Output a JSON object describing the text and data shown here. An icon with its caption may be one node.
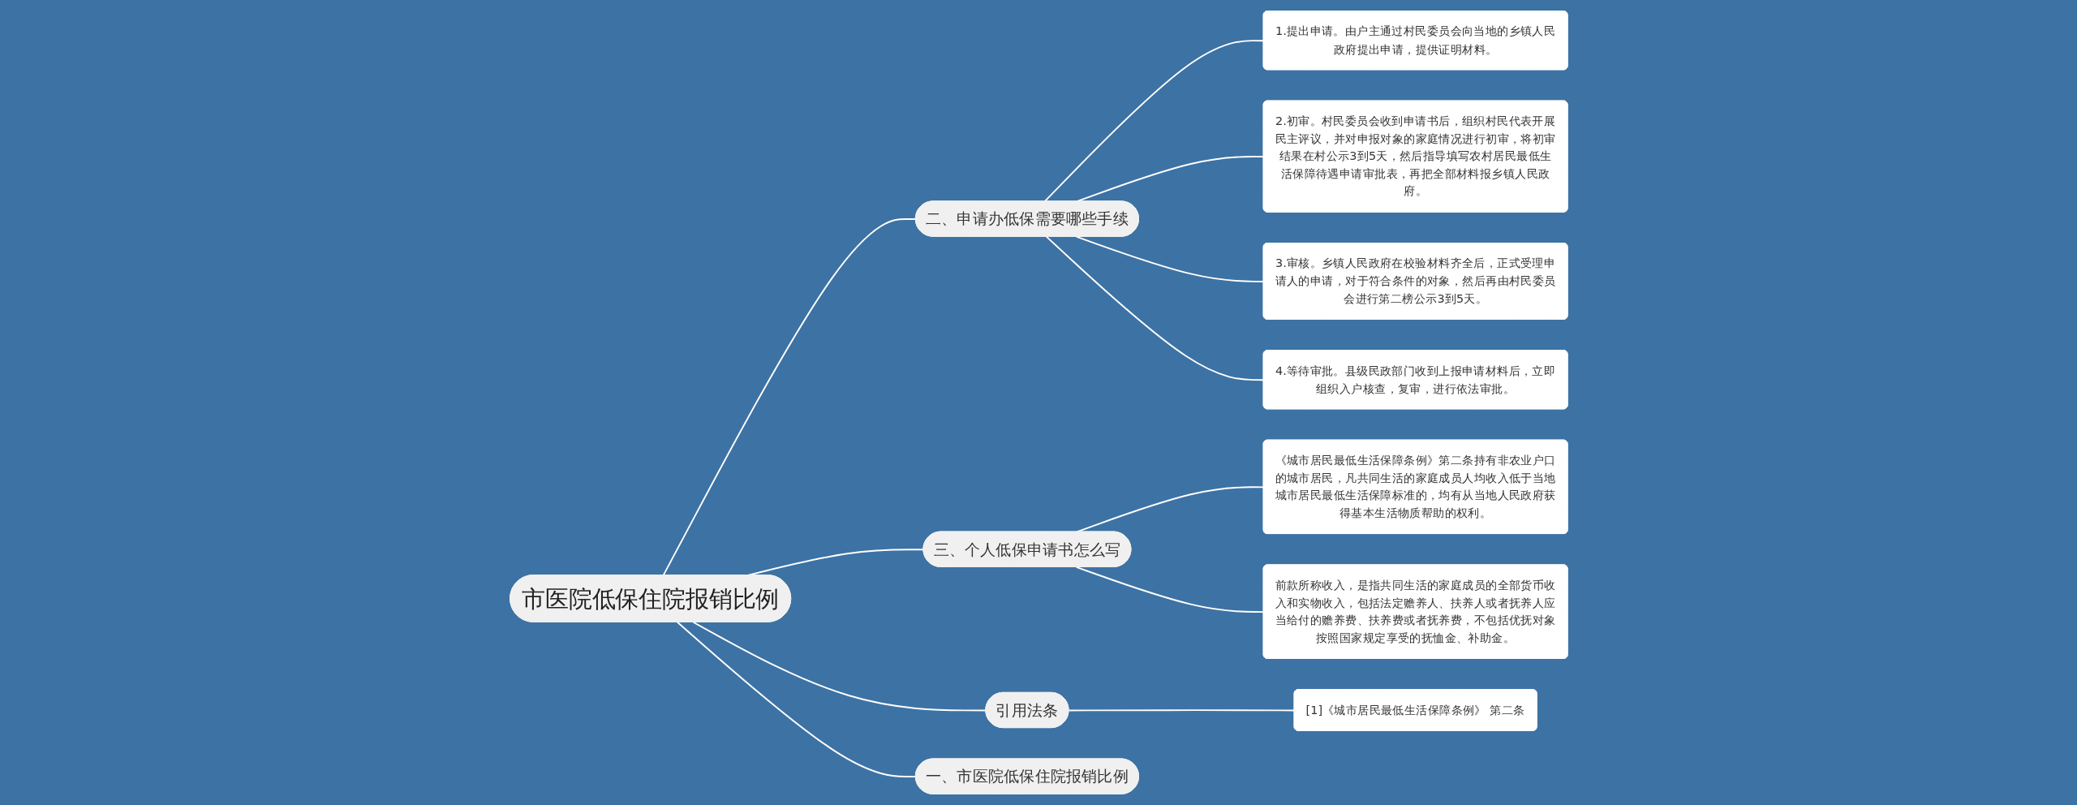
{
  "diagram": {
    "nodes": [
      {
        "text": [
          "市医院低保住院报销比例"
        ]
      },
      {
        "text": [
          "一、市医院低保住院报销比例"
        ]
      },
      {
        "text": [
          "二、申请办低保需要哪些手续"
        ]
      },
      {
        "text": [
          "1.提出申请。由户主通过村民委员会向当地的乡镇人民政府提出申请，提供证明材料。"
        ]
      },
      {
        "text": [
          "2.初审。村民委员会收到申请书后，组织村民代表开展民主评议，并对申报对象的家庭情况进行初审，将初审结果在村公示3到5天，然后指导填写农村居民最低生活保障待遇申请审批表，再把全部材料报乡镇人民政府。"
        ]
      },
      {
        "text": [
          "3.审核。乡镇人民政府在校验材料齐全后，正式受理申请人的申请，对于符合条件的对象，然后再由村民委员会进行第二榜公示3到5天。"
        ]
      },
      {
        "text": [
          "4.等待审批。县级民政部门收到上报申请材料后，立即组织入户核查，复审，进行依法审批。"
        ]
      },
      {
        "text": [
          "三、个人低保申请书怎么写"
        ]
      },
      {
        "text": [
          "《城市居民最低生活保障条例》第二条持有非农业户口的城市居民，凡共同生活的家庭成员人均收入低于当地城市居民最低生活保障标准的，均有从当地人民政府获得基本生活物质帮助的权利。"
        ]
      },
      {
        "text": [
          "前款所称收入，是指共同生活的家庭成员的全部货币收入和实物收入，包括法定赡养人、扶养人或者抚养人应当给付的赡养费、扶养费或者抚养费，不包括优抚对象按照国家规定享受的抚恤金、补助金。"
        ]
      },
      {
        "text": [
          "引用法条"
        ]
      },
      {
        "text": [
          "[1]《城市居民最低生活保障条例》 第二条"
        ]
      }
    ],
    "edges": [
      {
        "from": 0,
        "to": 1,
        "arrow": "none"
      },
      {
        "from": 0,
        "to": 2,
        "arrow": "none"
      },
      {
        "from": 2,
        "to": 3,
        "arrow": "none"
      },
      {
        "from": 2,
        "to": 4,
        "arrow": "none"
      },
      {
        "from": 2,
        "to": 5,
        "arrow": "none"
      },
      {
        "from": 2,
        "to": 6,
        "arrow": "none"
      },
      {
        "from": 0,
        "to": 7,
        "arrow": "none"
      },
      {
        "from": 7,
        "to": 8,
        "arrow": "none"
      },
      {
        "from": 7,
        "to": 9,
        "arrow": "none"
      },
      {
        "from": 0,
        "to": 10,
        "arrow": "none"
      },
      {
        "from": 10,
        "to": 11,
        "arrow": "none"
      }
    ]
  }
}
